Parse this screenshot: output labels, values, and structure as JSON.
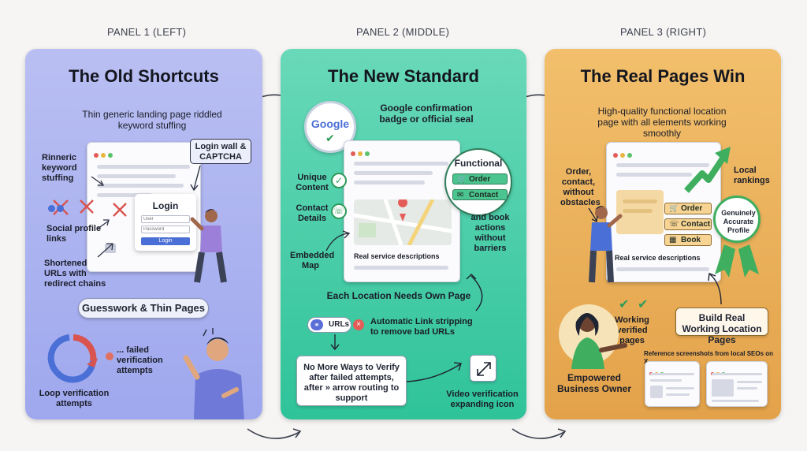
{
  "panel1": {
    "tag": "PANEL 1 (LEFT)",
    "title": "The Old Shortcuts",
    "subtitle": "Thin generic landing page riddled keyword stuffing",
    "login_wall": "Login wall & CAPTCHA",
    "keyword_label": "Rinneric keyword stuffing",
    "social_label": "Social profile links",
    "shortened_label": "Shortened URLs with redirect chains",
    "login_title": "Login",
    "user_placeholder": "User",
    "password_placeholder": "Password",
    "login_button": "Login",
    "guesswork": "Guesswork & Thin Pages",
    "failed_label": "... failed verification attempts",
    "loop_label": "Loop verification attempts"
  },
  "panel2": {
    "tag": "PANEL 2 (MIDDLE)",
    "title": "The New Standard",
    "google_text": "Google",
    "badge_label": "Google confirmation badge or official seal",
    "unique_label": "Unique Content",
    "contact_label": "Contact Details",
    "embedded_label": "Embedded Map",
    "functional_title": "Functional",
    "order_btn": "Order",
    "contact_btn": "Contact",
    "book_label": "and book actions without barriers",
    "service_desc": "Real service descriptions",
    "each_location": "Each Location Needs Own Page",
    "urls_chip": "URLs",
    "auto_link": "Automatic Link stripping to remove bad URLs",
    "no_more": "No More Ways to Verify after failed attempts, after » arrow routing to support",
    "video_label": "Video verification expanding icon"
  },
  "panel3": {
    "tag": "PANEL 3 (RIGHT)",
    "title": "The Real Pages Win",
    "subtitle": "High-quality functional location page with all elements working smoothly",
    "order_label": "Order, contact, without obstacles",
    "local_rankings": "Local rankings",
    "order_btn": "Order",
    "contact_btn": "Contact",
    "book_btn": "Book",
    "seal": "Genuinely Accurate Profile",
    "service_desc": "Real service descriptions",
    "working_label": "Working verified pages",
    "build_box": "Build Real Working Location Pages",
    "reference": "Reference screenshots from local SEOs on X",
    "empowered": "Empowered Business Owner"
  },
  "colors": {
    "panel1_bg": "#a8b0f0",
    "panel2_bg": "#3fcaa3",
    "panel3_bg": "#eab25a",
    "accent_green": "#2f9a5a",
    "accent_red": "#d9534f",
    "accent_blue": "#4a6fd6"
  }
}
